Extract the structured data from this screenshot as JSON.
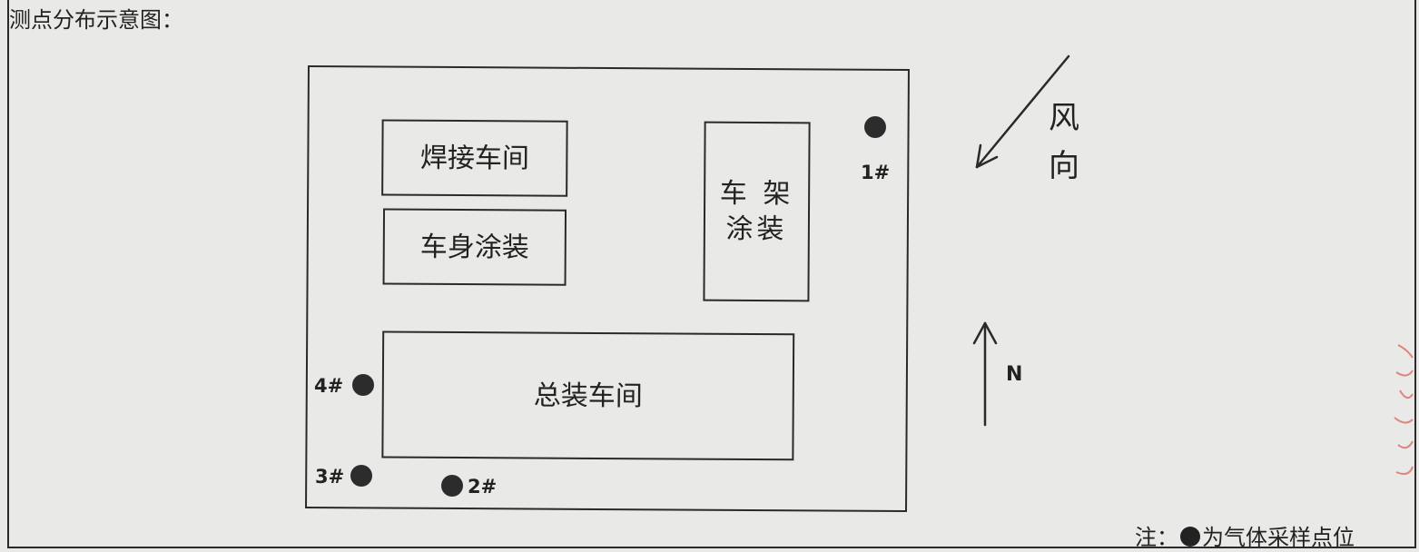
{
  "title": "测点分布示意图：",
  "buildings": {
    "welding": "焊接车间",
    "body_painting": "车身涂装",
    "frame_painting": "车 架\n涂装",
    "final_assembly": "总装车间"
  },
  "points": {
    "p1": "1#",
    "p2": "2#",
    "p3": "3#",
    "p4": "4#"
  },
  "wind_label": "风\n向",
  "north_label": "N",
  "note": {
    "prefix": "注：",
    "suffix": "为气体采样点位"
  },
  "colors": {
    "ink": "#2a2a2a",
    "paper": "#e9e9e7",
    "stamp": "#d8645c"
  }
}
